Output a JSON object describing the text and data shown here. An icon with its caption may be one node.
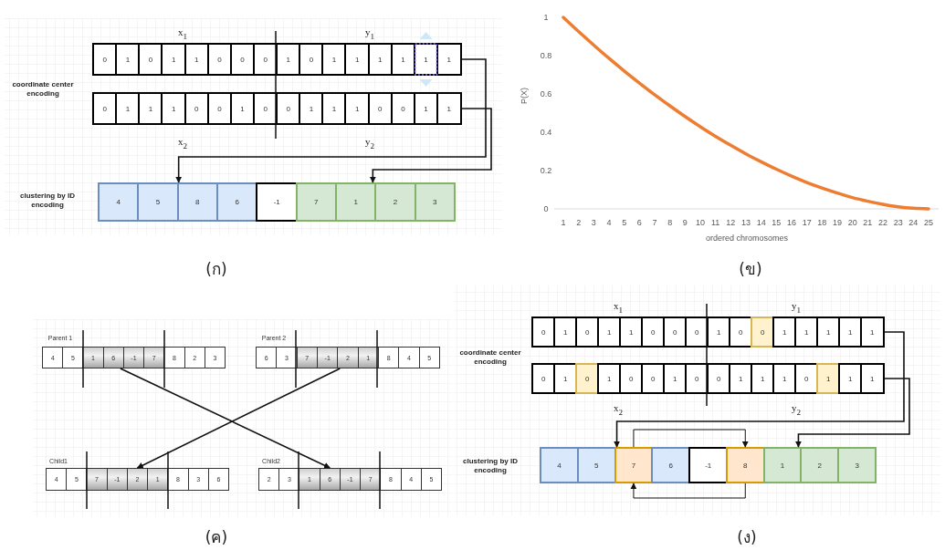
{
  "diagram": {
    "nodes": [
      {
        "text": [
          "0"
        ]
      },
      {
        "text": [
          "1"
        ]
      },
      {
        "text": [
          "0"
        ]
      },
      {
        "text": [
          "1"
        ]
      },
      {
        "text": [
          "1"
        ]
      },
      {
        "text": [
          "0"
        ]
      },
      {
        "text": [
          "0"
        ]
      },
      {
        "text": [
          "0"
        ]
      },
      {
        "text": [
          "1"
        ]
      },
      {
        "text": [
          "0"
        ]
      },
      {
        "text": [
          "1"
        ]
      },
      {
        "text": [
          "1"
        ]
      },
      {
        "text": [
          "1"
        ]
      },
      {
        "text": [
          "1"
        ]
      },
      {
        "text": [
          "1"
        ]
      },
      {
        "text": [
          "1"
        ]
      },
      {
        "text": [
          "0"
        ]
      },
      {
        "text": [
          "1"
        ]
      },
      {
        "text": [
          "1"
        ]
      },
      {
        "text": [
          "1"
        ]
      },
      {
        "text": [
          "0"
        ]
      },
      {
        "text": [
          "0"
        ]
      },
      {
        "text": [
          "1"
        ]
      },
      {
        "text": [
          "0"
        ]
      },
      {
        "text": [
          "0"
        ]
      },
      {
        "text": [
          "1"
        ]
      },
      {
        "text": [
          "1"
        ]
      },
      {
        "text": [
          "1"
        ]
      },
      {
        "text": [
          "0"
        ]
      },
      {
        "text": [
          "0"
        ]
      },
      {
        "text": [
          "1"
        ]
      },
      {
        "text": [
          "1"
        ]
      },
      {
        "text": [
          "4"
        ]
      },
      {
        "text": [
          "5"
        ]
      },
      {
        "text": [
          "8"
        ]
      },
      {
        "text": [
          "6"
        ]
      },
      {
        "text": [
          "-1"
        ]
      },
      {
        "text": [
          "7"
        ]
      },
      {
        "text": [
          "1"
        ]
      },
      {
        "text": [
          "2"
        ]
      },
      {
        "text": [
          "3"
        ]
      },
      {
        "text": [
          "4"
        ]
      },
      {
        "text": [
          "5"
        ]
      },
      {
        "text": [
          "1"
        ]
      },
      {
        "text": [
          "6"
        ]
      },
      {
        "text": [
          "-1"
        ]
      },
      {
        "text": [
          "7"
        ]
      },
      {
        "text": [
          "8"
        ]
      },
      {
        "text": [
          "2"
        ]
      },
      {
        "text": [
          "3"
        ]
      },
      {
        "text": [
          "6"
        ]
      },
      {
        "text": [
          "3"
        ]
      },
      {
        "text": [
          "7"
        ]
      },
      {
        "text": [
          "-1"
        ]
      },
      {
        "text": [
          "2"
        ]
      },
      {
        "text": [
          "1"
        ]
      },
      {
        "text": [
          "8"
        ]
      },
      {
        "text": [
          "4"
        ]
      },
      {
        "text": [
          "5"
        ]
      },
      {
        "text": [
          "4"
        ]
      },
      {
        "text": [
          "5"
        ]
      },
      {
        "text": [
          "7"
        ]
      },
      {
        "text": [
          "-1"
        ]
      },
      {
        "text": [
          "2"
        ]
      },
      {
        "text": [
          "1"
        ]
      },
      {
        "text": [
          "8"
        ]
      },
      {
        "text": [
          "3"
        ]
      },
      {
        "text": [
          "6"
        ]
      },
      {
        "text": [
          "2"
        ]
      },
      {
        "text": [
          "3"
        ]
      },
      {
        "text": [
          "1"
        ]
      },
      {
        "text": [
          "6"
        ]
      },
      {
        "text": [
          "-1"
        ]
      },
      {
        "text": [
          "7"
        ]
      },
      {
        "text": [
          "8"
        ]
      },
      {
        "text": [
          "4"
        ]
      },
      {
        "text": [
          "5"
        ]
      },
      {
        "text": [
          "0"
        ]
      },
      {
        "text": [
          "1"
        ]
      },
      {
        "text": [
          "0"
        ]
      },
      {
        "text": [
          "1"
        ]
      },
      {
        "text": [
          "1"
        ]
      },
      {
        "text": [
          "0"
        ]
      },
      {
        "text": [
          "0"
        ]
      },
      {
        "text": [
          "0"
        ]
      },
      {
        "text": [
          "1"
        ]
      },
      {
        "text": [
          "0"
        ]
      },
      {
        "text": [
          "0"
        ]
      },
      {
        "text": [
          "1"
        ]
      },
      {
        "text": [
          "1"
        ]
      },
      {
        "text": [
          "1"
        ]
      },
      {
        "text": [
          "1"
        ]
      },
      {
        "text": [
          "1"
        ]
      },
      {
        "text": [
          "0"
        ]
      },
      {
        "text": [
          "1"
        ]
      },
      {
        "text": [
          "0"
        ]
      },
      {
        "text": [
          "1"
        ]
      },
      {
        "text": [
          "0"
        ]
      },
      {
        "text": [
          "0"
        ]
      },
      {
        "text": [
          "1"
        ]
      },
      {
        "text": [
          "0"
        ]
      },
      {
        "text": [
          "0"
        ]
      },
      {
        "text": [
          "1"
        ]
      },
      {
        "text": [
          "1"
        ]
      },
      {
        "text": [
          "1"
        ]
      },
      {
        "text": [
          "0"
        ]
      },
      {
        "text": [
          "1"
        ]
      },
      {
        "text": [
          "1"
        ]
      },
      {
        "text": [
          "1"
        ]
      },
      {
        "text": [
          "4"
        ]
      },
      {
        "text": [
          "5"
        ]
      },
      {
        "text": [
          "7"
        ]
      },
      {
        "text": [
          "6"
        ]
      },
      {
        "text": [
          "-1"
        ]
      },
      {
        "text": [
          "8"
        ]
      },
      {
        "text": [
          "1"
        ]
      },
      {
        "text": [
          "2"
        ]
      },
      {
        "text": [
          "3"
        ]
      }
    ],
    "edges": [
      {
        "from": 15,
        "to": 34,
        "arrow": "to"
      },
      {
        "from": 31,
        "to": 38,
        "arrow": "to"
      },
      {
        "from": 44,
        "to": 71,
        "arrow": "to"
      },
      {
        "from": 54,
        "to": 63,
        "arrow": "to"
      },
      {
        "from": 92,
        "to": 111,
        "arrow": "to"
      },
      {
        "from": 108,
        "to": 115,
        "arrow": "to"
      },
      {
        "from": 111,
        "to": 114,
        "arrow": "to"
      },
      {
        "from": 114,
        "to": 111,
        "arrow": "to"
      }
    ],
    "labels": [
      "x$_{1}$",
      "y$_{1}$",
      "coordinate center encoding",
      "x$_{2}$",
      "y$_{2}$",
      "clustering by ID encoding",
      "(ก)",
      "(ข)",
      "Parent 1",
      "Parent 2",
      "Child1",
      "Child2",
      "(ค)",
      "x$_{1}$",
      "y$_{1}$",
      "coordinate center encoding",
      "x$_{2}$",
      "y$_{2}$",
      "clustering by ID encoding",
      "(ง)"
    ],
    "chart_data": {
      "type": "line",
      "xlabel": "ordered chromosomes",
      "ylabel": "P(X)",
      "x": [
        1,
        2,
        3,
        4,
        5,
        6,
        7,
        8,
        9,
        10,
        11,
        12,
        13,
        14,
        15,
        16,
        17,
        18,
        19,
        20,
        21,
        22,
        23,
        24,
        25
      ],
      "series": [
        {
          "color": "#ed7d31",
          "values": [
            1,
            0.926,
            0.855,
            0.786,
            0.72,
            0.657,
            0.596,
            0.538,
            0.482,
            0.429,
            0.379,
            0.332,
            0.287,
            0.246,
            0.207,
            0.171,
            0.138,
            0.109,
            0.083,
            0.059,
            0.04,
            0.024,
            0.011,
            0.003,
            0
          ]
        }
      ],
      "ylim": [
        0,
        1
      ],
      "yticks": [
        0,
        0.2,
        0.4,
        0.6,
        0.8,
        1
      ]
    }
  }
}
